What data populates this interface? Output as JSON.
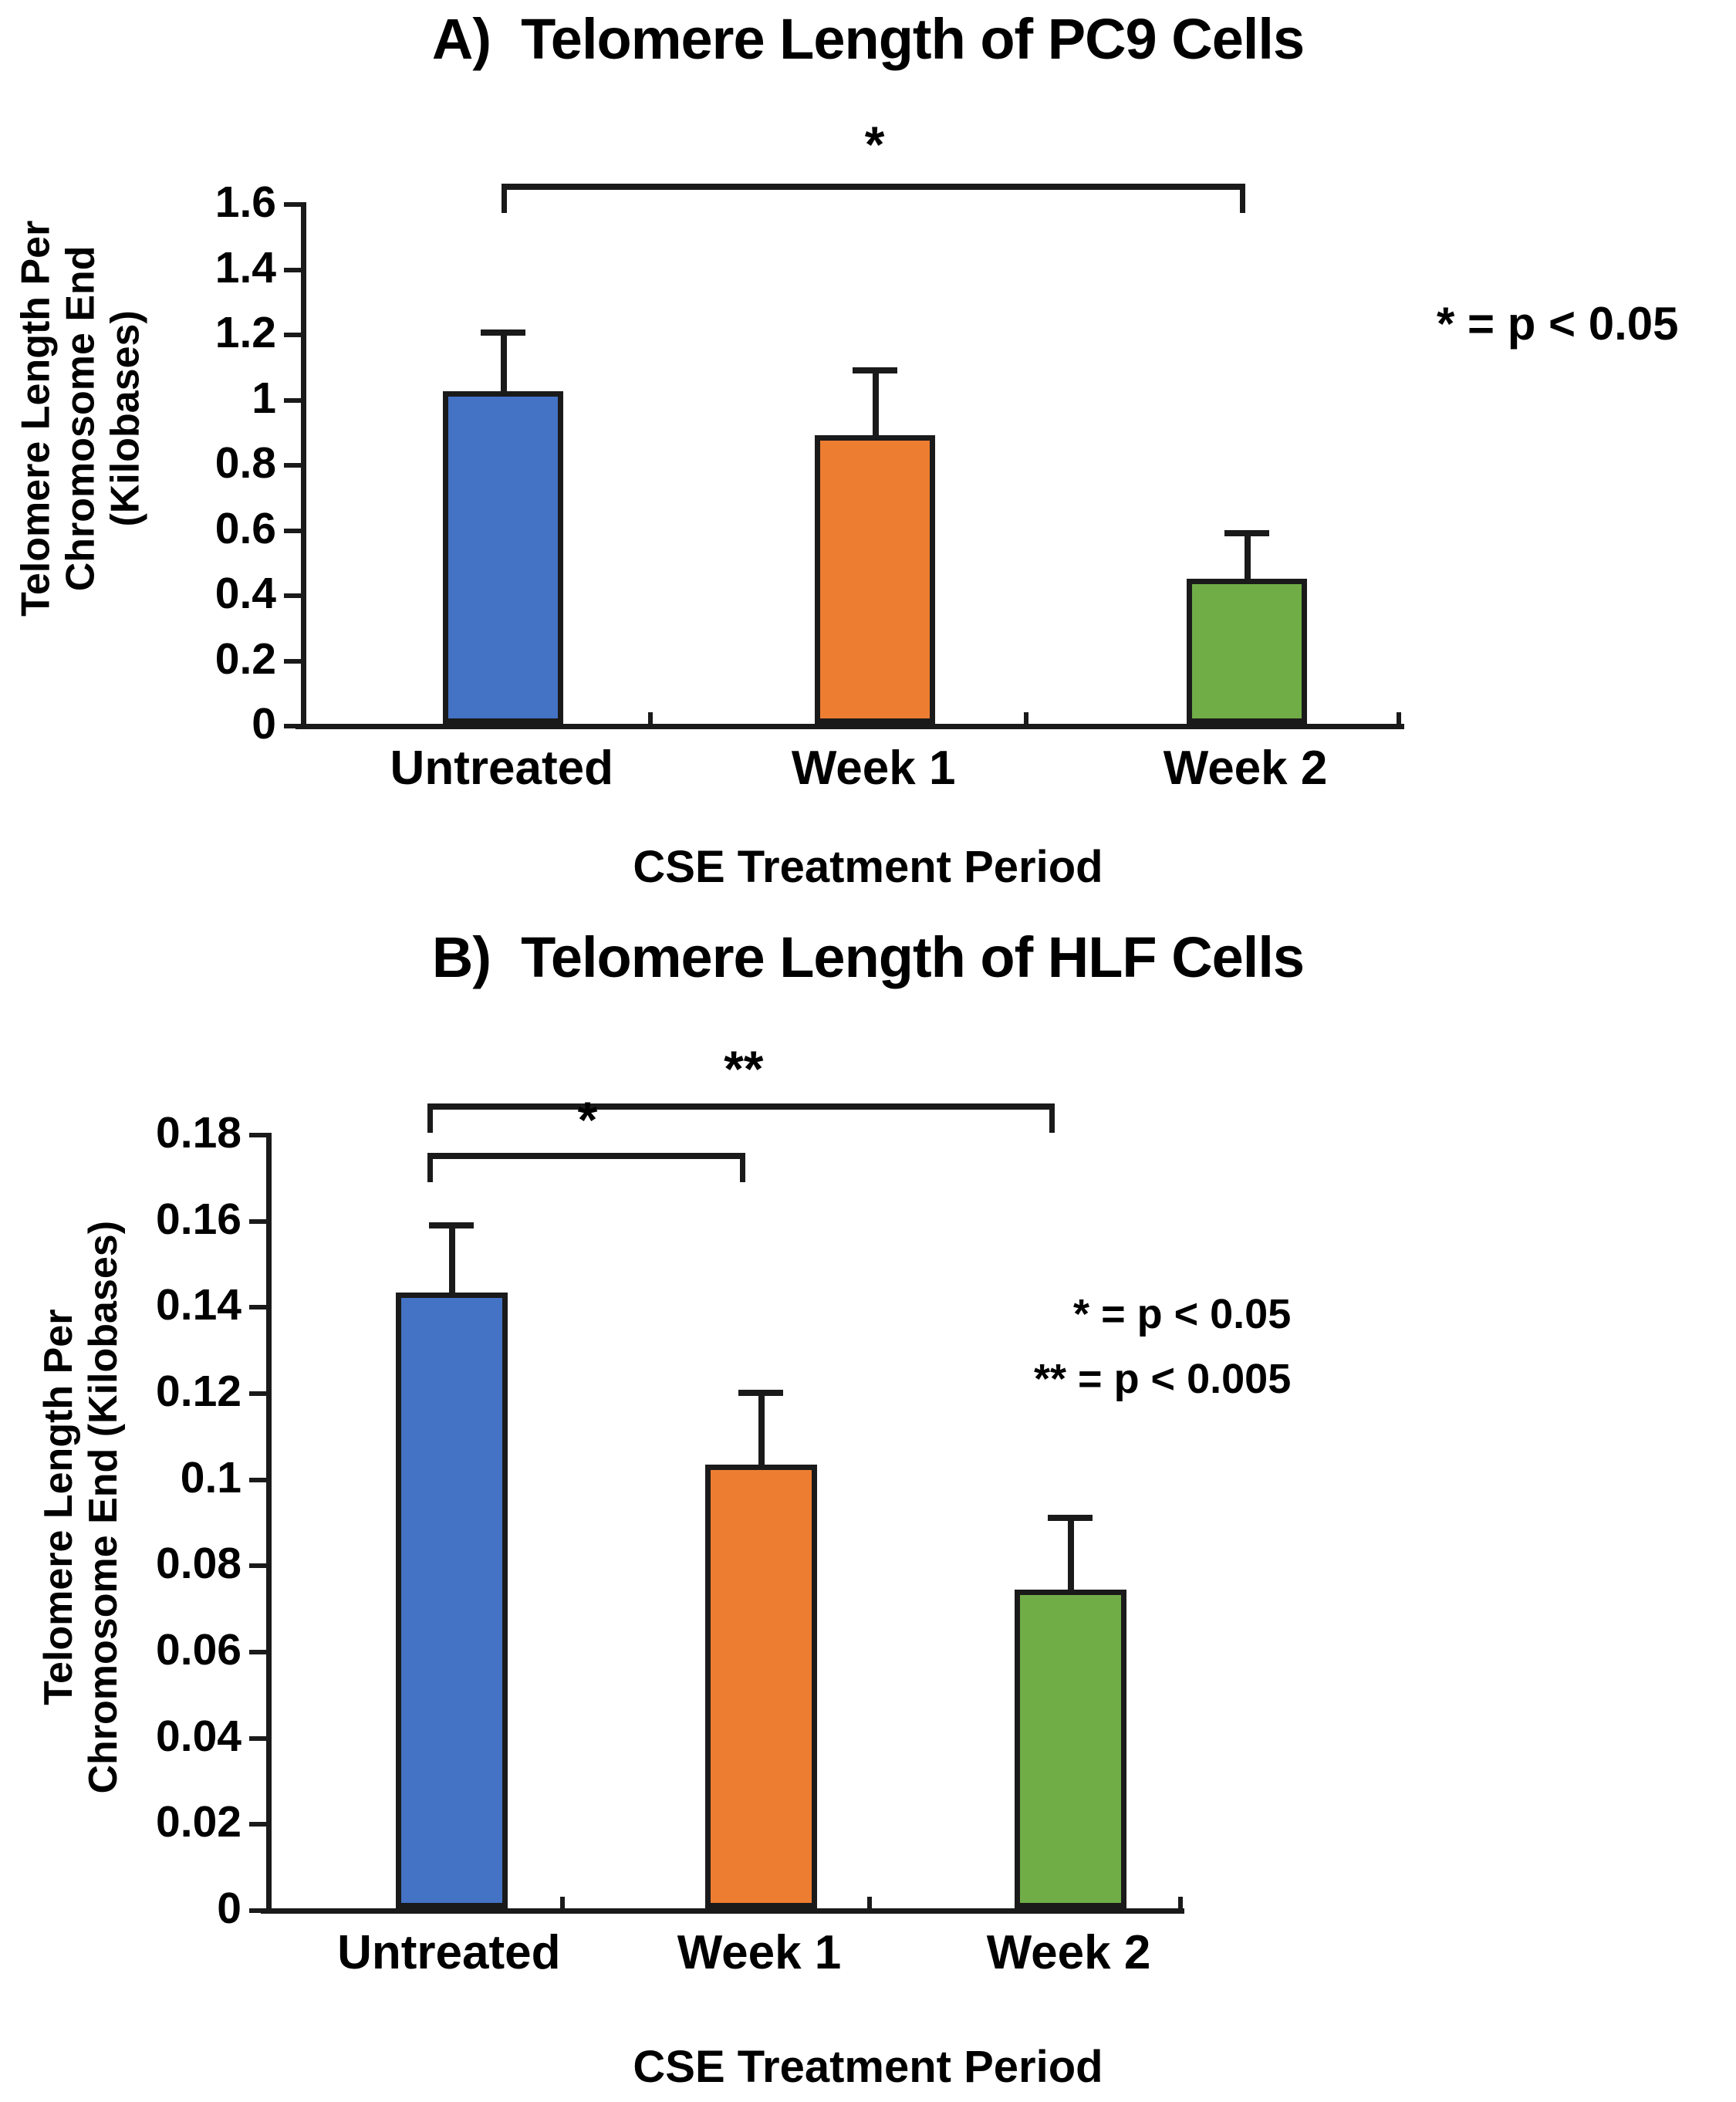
{
  "chart_data": [
    {
      "type": "bar",
      "panel_label": "A)",
      "title": "A)  Telomere Length of PC9 Cells",
      "xlabel": "CSE Treatment Period",
      "ylabel": "Telomere Length Per\nChromosome End (Kilobases)",
      "categories": [
        "Untreated",
        "Week 1",
        "Week 2"
      ],
      "values": [
        1.02,
        0.885,
        0.445
      ],
      "errors": [
        0.17,
        0.19,
        0.13
      ],
      "colors": [
        "#4472C4",
        "#ED7D31",
        "#70AD47"
      ],
      "ylim": [
        0,
        1.6
      ],
      "yticks": [
        "0",
        "0.2",
        "0.4",
        "0.6",
        "0.8",
        "1",
        "1.2",
        "1.4",
        "1.6"
      ],
      "ytick_values": [
        0,
        0.2,
        0.4,
        0.6,
        0.8,
        1.0,
        1.2,
        1.4,
        1.6
      ],
      "grid": false,
      "legend": "* = p < 0.05",
      "legend_position": "upper-right",
      "annotations": [
        {
          "from": "Untreated",
          "to": "Week 2",
          "symbol": "*",
          "meaning": "p < 0.05"
        }
      ]
    },
    {
      "type": "bar",
      "panel_label": "B)",
      "title": "B)  Telomere Length of HLF Cells",
      "xlabel": "CSE Treatment Period",
      "ylabel": "Telomere Length Per\nChromosome End (Kilobases)",
      "categories": [
        "Untreated",
        "Week 1",
        "Week 2"
      ],
      "values": [
        0.143,
        0.103,
        0.074
      ],
      "errors": [
        0.015,
        0.016,
        0.016
      ],
      "colors": [
        "#4472C4",
        "#ED7D31",
        "#70AD47"
      ],
      "ylim": [
        0,
        0.18
      ],
      "yticks": [
        "0",
        "0.02",
        "0.04",
        "0.06",
        "0.08",
        "0.1",
        "0.12",
        "0.14",
        "0.16",
        "0.18"
      ],
      "ytick_values": [
        0,
        0.02,
        0.04,
        0.06,
        0.08,
        0.1,
        0.12,
        0.14,
        0.16,
        0.18
      ],
      "grid": false,
      "legend": [
        "* = p < 0.05",
        "** = p < 0.005"
      ],
      "legend_position": "upper-right",
      "annotations": [
        {
          "from": "Untreated",
          "to": "Week 1",
          "symbol": "*",
          "meaning": "p < 0.05"
        },
        {
          "from": "Untreated",
          "to": "Week 2",
          "symbol": "**",
          "meaning": "p < 0.005"
        }
      ]
    }
  ],
  "panel_a": {
    "title": "A)  Telomere Length of PC9 Cells",
    "y_axis_title": "Telomere Length Per\nChromosome End (Kilobases)",
    "x_axis_title": "CSE Treatment Period",
    "yticks": [
      "1.6",
      "1.4",
      "1.2",
      "1",
      "0.8",
      "0.6",
      "0.4",
      "0.2",
      "0"
    ],
    "xticks": [
      "Untreated",
      "Week 1",
      "Week 2"
    ],
    "legend": "* = p < 0.05",
    "bracket_star": "*"
  },
  "panel_b": {
    "title": "B)  Telomere Length of HLF Cells",
    "y_axis_title": "Telomere Length Per\nChromosome End (Kilobases)",
    "x_axis_title": "CSE Treatment Period",
    "yticks": [
      "0.18",
      "0.16",
      "0.14",
      "0.12",
      "0.1",
      "0.08",
      "0.06",
      "0.04",
      "0.02",
      "0"
    ],
    "xticks": [
      "Untreated",
      "Week 1",
      "Week 2"
    ],
    "legend_line1": "* = p < 0.05",
    "legend_line2": "** = p < 0.005",
    "bracket_star_inner": "*",
    "bracket_star_outer": "**"
  },
  "colors": {
    "series_untreated": "#4472C4",
    "series_week1": "#ED7D31",
    "series_week2": "#70AD47",
    "axis": "#1a1a1a",
    "background": "#ffffff"
  }
}
